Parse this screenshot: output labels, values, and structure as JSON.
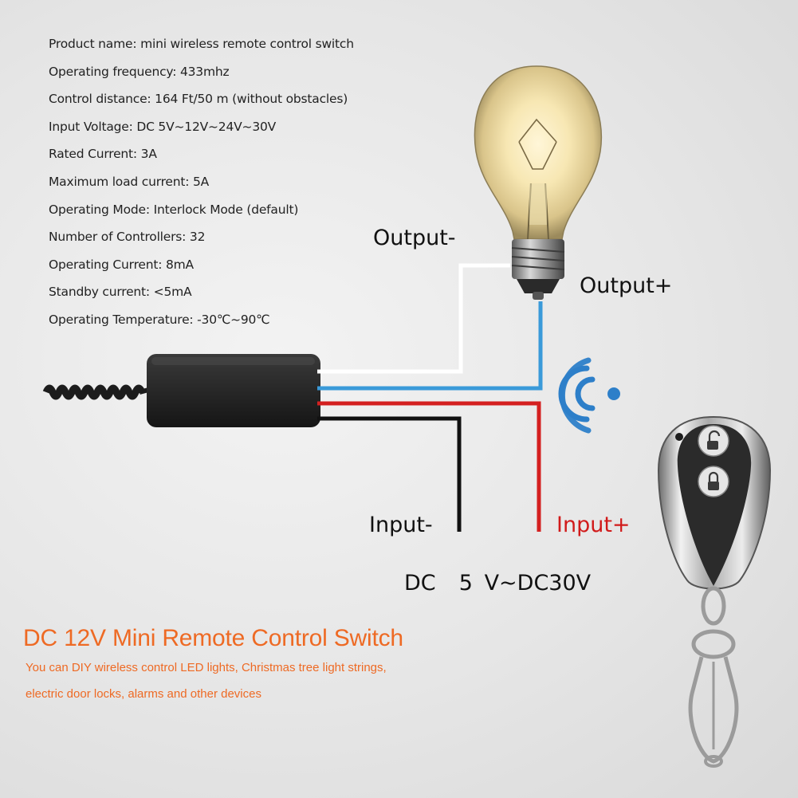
{
  "specs": [
    "Product name: mini wireless remote control switch",
    "Operating frequency: 433mhz",
    "Control distance: 164 Ft/50 m (without obstacles)",
    "Input Voltage: DC 5V~12V~24V~30V",
    "Rated Current: 3A",
    "Maximum load current: 5A",
    "Operating Mode: Interlock Mode (default)",
    "Number of Controllers: 32",
    "Operating Current: 8mA",
    "Standby current: <5mA",
    "Operating Temperature: -30℃~90℃"
  ],
  "labels": {
    "output_neg": "Output-",
    "output_pos": "Output+",
    "input_neg": "Input-",
    "input_pos": "Input+",
    "dc_range": "DC  5 V~DC30V"
  },
  "title": "DC 12V Mini Remote Control Switch",
  "description": {
    "line1": "You can DIY wireless control LED lights, Christmas tree light strings,",
    "line2": "electric door locks, alarms and other devices"
  },
  "colors": {
    "accent": "#ee6a24",
    "wire_white": "#ffffff",
    "wire_blue": "#3a9ad9",
    "wire_red": "#d42020",
    "wire_black": "#111111",
    "signal": "#2d7fc9"
  },
  "icons": [
    "light-bulb-icon",
    "wireless-signal-icon",
    "unlock-icon",
    "lock-icon",
    "remote-keyfob-icon"
  ]
}
